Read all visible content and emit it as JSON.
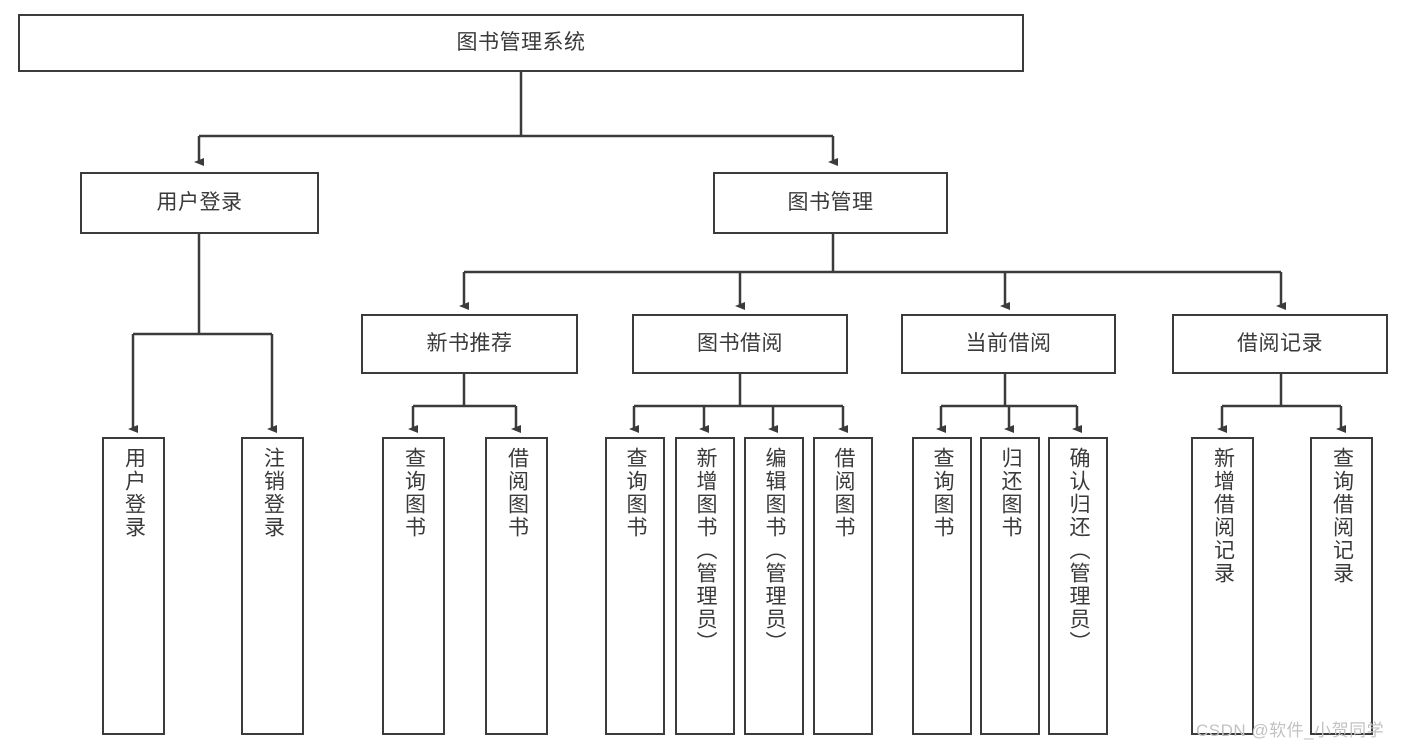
{
  "diagram": {
    "type": "hierarchy-tree",
    "title": "图书管理系统",
    "root": {
      "id": "root",
      "label": "图书管理系统"
    },
    "level2": [
      {
        "id": "user-login",
        "label": "用户登录"
      },
      {
        "id": "book-manage",
        "label": "图书管理"
      }
    ],
    "level3": [
      {
        "id": "new-book-rec",
        "label": "新书推荐",
        "parent": "book-manage"
      },
      {
        "id": "book-borrow",
        "label": "图书借阅",
        "parent": "book-manage"
      },
      {
        "id": "current-borrow",
        "label": "当前借阅",
        "parent": "book-manage"
      },
      {
        "id": "borrow-record",
        "label": "借阅记录",
        "parent": "book-manage"
      }
    ],
    "leaves": {
      "user_login": [
        {
          "id": "leaf-user-login",
          "label": "用户登录"
        },
        {
          "id": "leaf-user-logout",
          "label": "注销登录"
        }
      ],
      "new_book_rec": [
        {
          "id": "leaf-query-book-1",
          "label": "查询图书"
        },
        {
          "id": "leaf-borrow-book-1",
          "label": "借阅图书"
        }
      ],
      "book_borrow": [
        {
          "id": "leaf-query-book-2",
          "label": "查询图书"
        },
        {
          "id": "leaf-add-book",
          "label": "新增图书（管理员）"
        },
        {
          "id": "leaf-edit-book",
          "label": "编辑图书（管理员）"
        },
        {
          "id": "leaf-borrow-book-2",
          "label": "借阅图书"
        }
      ],
      "current_borrow": [
        {
          "id": "leaf-query-book-3",
          "label": "查询图书"
        },
        {
          "id": "leaf-return-book",
          "label": "归还图书"
        },
        {
          "id": "leaf-confirm-return",
          "label": "确认归还（管理员）"
        }
      ],
      "borrow_record": [
        {
          "id": "leaf-add-record",
          "label": "新增借阅记录"
        },
        {
          "id": "leaf-query-record",
          "label": "查询借阅记录"
        }
      ]
    },
    "watermark": "CSDN @软件_小贺同学",
    "colors": {
      "stroke": "#3b3b3b",
      "text": "#3a3a3a",
      "background": "#ffffff",
      "watermark": "#c2c2c2"
    }
  }
}
